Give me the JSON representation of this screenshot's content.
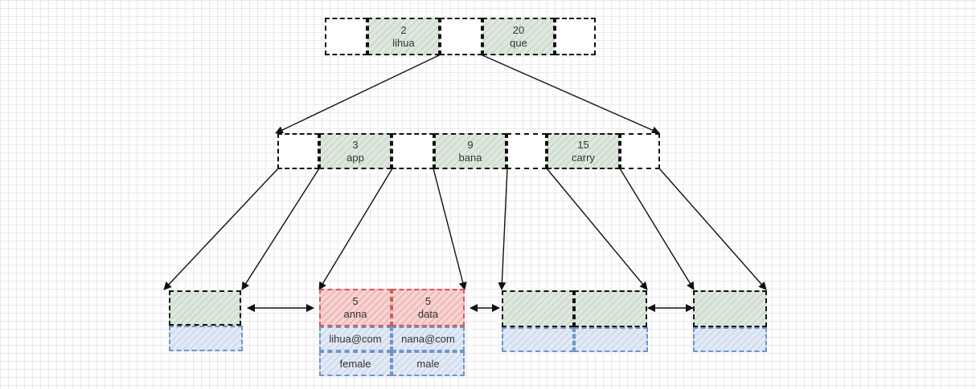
{
  "root_node": {
    "keys": [
      {
        "id": "2",
        "name": "lihua"
      },
      {
        "id": "20",
        "name": "que"
      }
    ]
  },
  "internal_node": {
    "keys": [
      {
        "id": "3",
        "name": "app"
      },
      {
        "id": "9",
        "name": "bana"
      },
      {
        "id": "15",
        "name": "carry"
      }
    ]
  },
  "leaf_nodes": [
    {
      "keys": [
        {}
      ]
    },
    {
      "keys": [
        {
          "id": "5",
          "name": "anna"
        },
        {
          "id": "5",
          "name": "data"
        }
      ],
      "rows": [
        [
          "lihua@com",
          "nana@com"
        ],
        [
          "female",
          "male"
        ]
      ]
    },
    {
      "keys": [
        {},
        {}
      ]
    },
    {
      "keys": [
        {}
      ]
    }
  ]
}
